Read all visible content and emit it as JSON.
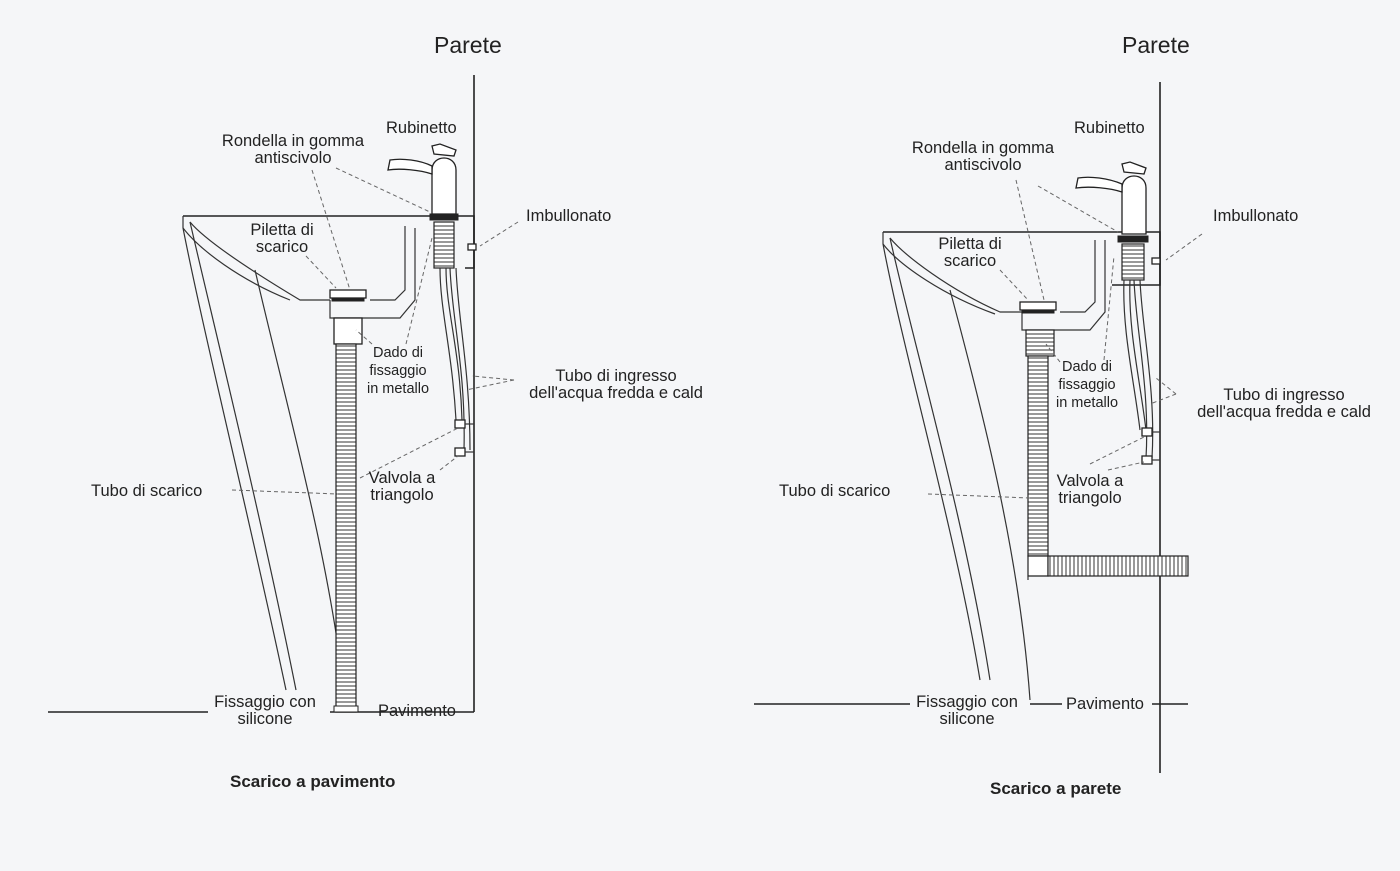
{
  "left": {
    "wall": "Parete",
    "faucet": "Rubinetto",
    "washer_l1": "Rondella in gomma",
    "washer_l2": "antiscivolo",
    "bolted": "Imbullonato",
    "drain_l1": "Piletta di",
    "drain_l2": "scarico",
    "nut_l1": "Dado di",
    "nut_l2": "fissaggio",
    "nut_l3": "in metallo",
    "inlet_l1": "Tubo di ingresso",
    "inlet_l2": "dell'acqua fredda e cald",
    "valve_l1": "Valvola a",
    "valve_l2": "triangolo",
    "pipe": "Tubo di scarico",
    "silicone_l1": "Fissaggio con",
    "silicone_l2": "silicone",
    "floor": "Pavimento",
    "caption": "Scarico a pavimento"
  },
  "right": {
    "wall": "Parete",
    "faucet": "Rubinetto",
    "washer_l1": "Rondella in gomma",
    "washer_l2": "antiscivolo",
    "bolted": "Imbullonato",
    "drain_l1": "Piletta di",
    "drain_l2": "scarico",
    "nut_l1": "Dado di",
    "nut_l2": "fissaggio",
    "nut_l3": "in metallo",
    "inlet_l1": "Tubo di ingresso",
    "inlet_l2": "dell'acqua fredda e cald",
    "valve_l1": "Valvola a",
    "valve_l2": "triangolo",
    "pipe": "Tubo di scarico",
    "silicone_l1": "Fissaggio con",
    "silicone_l2": "silicone",
    "floor": "Pavimento",
    "caption": "Scarico a parete"
  }
}
